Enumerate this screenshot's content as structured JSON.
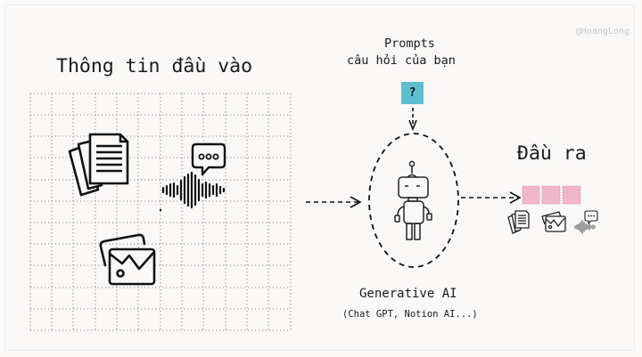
{
  "watermark": "@HoangLong",
  "input": {
    "title": "Thông tin đầu vào",
    "items": [
      {
        "icon": "documents-icon"
      },
      {
        "icon": "voice-message-icon"
      },
      {
        "icon": "image-icon"
      }
    ],
    "grid": {
      "columns": 12,
      "rows": 11
    }
  },
  "prompt": {
    "title": "Prompts",
    "subtitle": "câu hỏi của bạn",
    "box_label": "?",
    "box_color": "#5bbfcf"
  },
  "model": {
    "title": "Generative AI",
    "subtitle": "(Chat GPT, Notion AI...)",
    "icon": "robot-icon"
  },
  "output": {
    "title": "Đầu ra",
    "blocks": 3,
    "block_color": "#f2b6c9",
    "items": [
      {
        "icon": "documents-icon"
      },
      {
        "icon": "image-icon"
      },
      {
        "icon": "voice-message-icon"
      }
    ]
  }
}
